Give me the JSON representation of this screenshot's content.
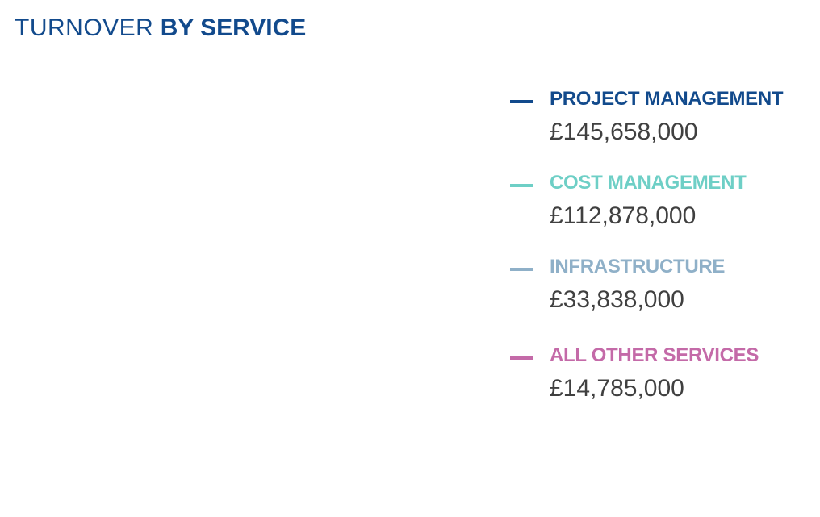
{
  "chart_data": {
    "type": "pie",
    "title_light": "TURNOVER",
    "title_bold": "BY SERVICE",
    "legend_position": "right",
    "series": [
      {
        "name": "PROJECT MANAGEMENT",
        "value": 145658000,
        "label": "£145,658,000",
        "color": "#124a8c"
      },
      {
        "name": "COST MANAGEMENT",
        "value": 112878000,
        "label": "£112,878,000",
        "color": "#6ecfc6"
      },
      {
        "name": "INFRASTRUCTURE",
        "value": 33838000,
        "label": "£33,838,000",
        "color": "#8fb0c8"
      },
      {
        "name": "ALL OTHER SERVICES",
        "value": 14785000,
        "label": "£14,785,000",
        "color": "#c46aa8"
      }
    ]
  }
}
